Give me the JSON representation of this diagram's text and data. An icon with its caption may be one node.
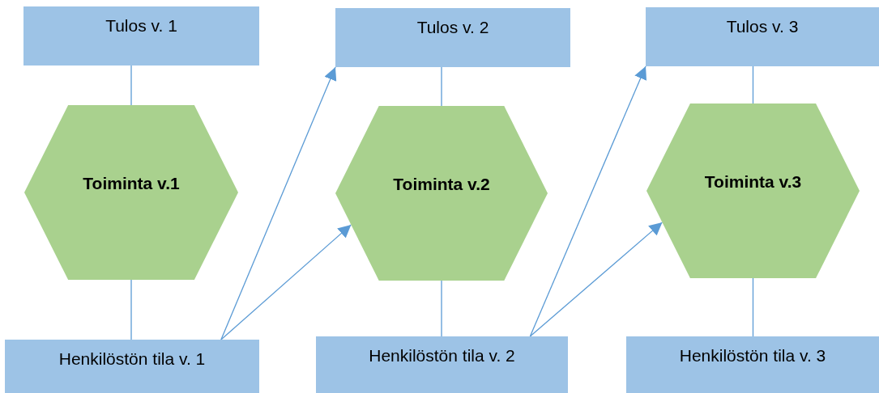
{
  "diagram": {
    "nodes": [
      {
        "text": [
          "Tulos v. 1"
        ]
      },
      {
        "text": [
          "Tulos v. 2"
        ]
      },
      {
        "text": [
          "Tulos v. 3"
        ]
      },
      {
        "text": [
          "Toiminta v.1"
        ]
      },
      {
        "text": [
          "Toiminta v.2"
        ]
      },
      {
        "text": [
          "Toiminta v.3"
        ]
      },
      {
        "text": [
          "Henkilöstön tila v. 1"
        ]
      },
      {
        "text": [
          "Henkilöstön tila v. 2"
        ]
      },
      {
        "text": [
          "Henkilöstön tila v. 3"
        ]
      }
    ],
    "edges": [
      {
        "from": 0,
        "to": 3,
        "arrow": "none"
      },
      {
        "from": 3,
        "to": 6,
        "arrow": "none"
      },
      {
        "from": 1,
        "to": 4,
        "arrow": "none"
      },
      {
        "from": 4,
        "to": 7,
        "arrow": "none"
      },
      {
        "from": 2,
        "to": 5,
        "arrow": "none"
      },
      {
        "from": 5,
        "to": 8,
        "arrow": "none"
      },
      {
        "from": 6,
        "to": 1,
        "arrow": "to"
      },
      {
        "from": 6,
        "to": 4,
        "arrow": "to"
      },
      {
        "from": 7,
        "to": 2,
        "arrow": "to"
      },
      {
        "from": 7,
        "to": 5,
        "arrow": "to"
      }
    ]
  }
}
